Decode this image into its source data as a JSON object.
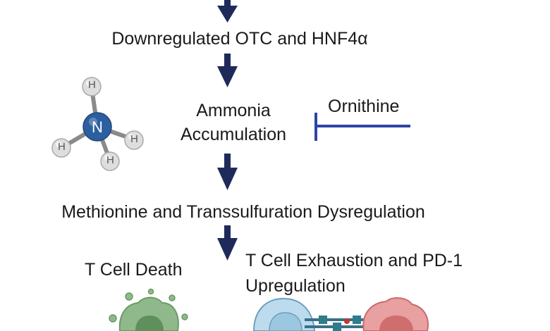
{
  "steps": {
    "downregulated": "Downregulated OTC and HNF4α",
    "ammonia_line1": "Ammonia",
    "ammonia_line2": "Accumulation",
    "methionine": "Methionine and Transsulfuration Dysregulation",
    "tcell_death": "T Cell Death",
    "exhaustion_line1": "T Cell Exhaustion and PD-1",
    "exhaustion_line2": "Upregulation"
  },
  "inhibitor": {
    "label": "Ornithine",
    "color": "#2f44a8"
  },
  "molecule": {
    "center_atom": "N",
    "hydrogens": [
      "H",
      "H",
      "H",
      "H"
    ],
    "center_color": "#2c5fa0",
    "h_color": "#d8d8d8"
  },
  "colors": {
    "arrow": "#1e2b5a",
    "text": "#1a1a1a",
    "dead_cell": "#8fb98a",
    "tcell": "#9cc7e0",
    "tumor_cell": "#e48a8a"
  }
}
